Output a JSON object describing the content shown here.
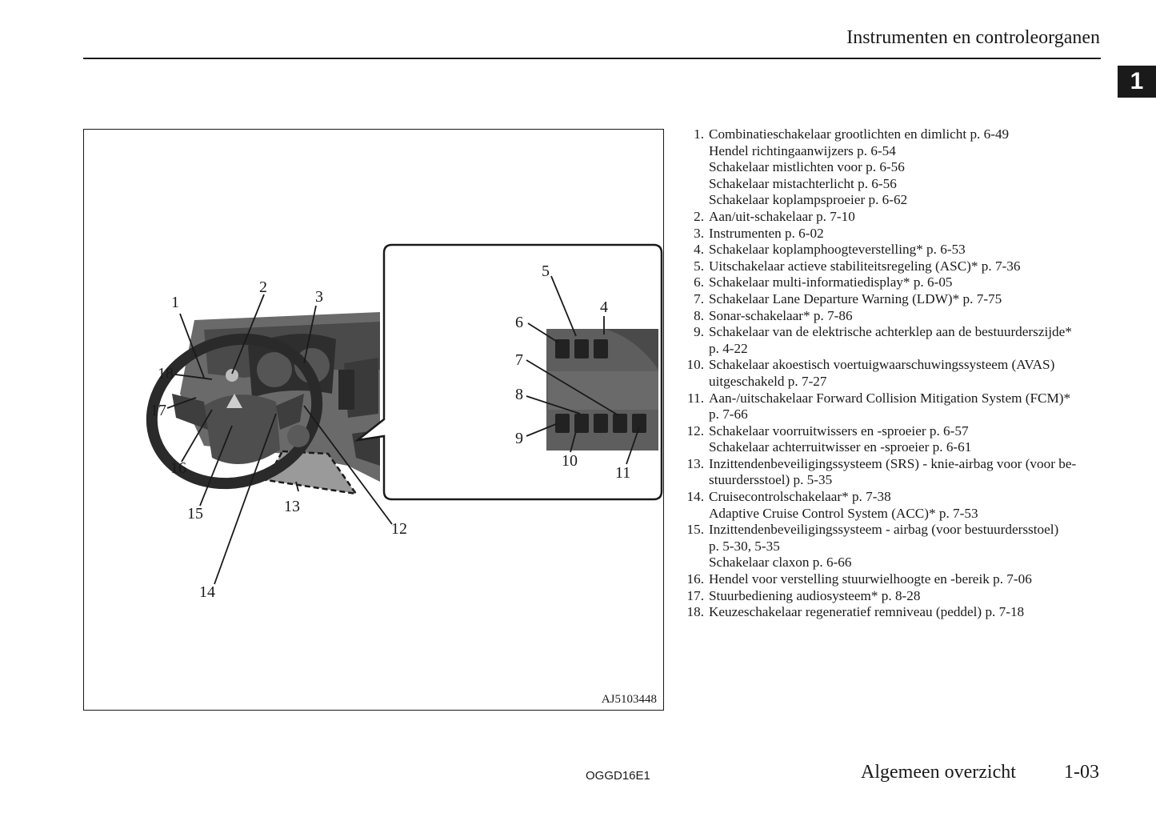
{
  "header": {
    "title": "Instrumenten en controleorganen",
    "chapter_number": "1"
  },
  "figure": {
    "code": "AJ5103448",
    "callouts": {
      "c1": "1",
      "c2": "2",
      "c3": "3",
      "c4": "4",
      "c5": "5",
      "c6": "6",
      "c7": "7",
      "c8": "8",
      "c9": "9",
      "c10": "10",
      "c11": "11",
      "c12": "12",
      "c13": "13",
      "c14": "14",
      "c15": "15",
      "c16": "16",
      "c17": "17",
      "c18": "18"
    }
  },
  "legend": [
    {
      "num": "1.",
      "lines": [
        "Combinatieschakelaar grootlichten en dimlicht p. 6-49",
        "Hendel richtingaanwijzers p. 6-54",
        "Schakelaar mistlichten voor p. 6-56",
        "Schakelaar mistachterlicht p. 6-56",
        "Schakelaar koplampsproeier p. 6-62"
      ]
    },
    {
      "num": "2.",
      "lines": [
        "Aan/uit-schakelaar p. 7-10"
      ]
    },
    {
      "num": "3.",
      "lines": [
        "Instrumenten p. 6-02"
      ]
    },
    {
      "num": "4.",
      "lines": [
        "Schakelaar koplamphoogteverstelling* p. 6-53"
      ]
    },
    {
      "num": "5.",
      "lines": [
        "Uitschakelaar actieve stabiliteitsregeling (ASC)* p. 7-36"
      ]
    },
    {
      "num": "6.",
      "lines": [
        "Schakelaar multi-informatiedisplay* p. 6-05"
      ]
    },
    {
      "num": "7.",
      "lines": [
        "Schakelaar Lane Departure Warning (LDW)* p. 7-75"
      ]
    },
    {
      "num": "8.",
      "lines": [
        "Sonar-schakelaar* p. 7-86"
      ]
    },
    {
      "num": "9.",
      "lines": [
        "Schakelaar van de elektrische achterklep aan de bestuurderszijde*",
        "p. 4-22"
      ]
    },
    {
      "num": "10.",
      "lines": [
        "Schakelaar akoestisch voertuigwaarschuwingssysteem (AVAS)",
        "uitgeschakeld p. 7-27"
      ]
    },
    {
      "num": "11.",
      "lines": [
        "Aan-/uitschakelaar Forward Collision Mitigation System (FCM)*",
        "p. 7-66"
      ]
    },
    {
      "num": "12.",
      "lines": [
        "Schakelaar voorruitwissers en -sproeier p. 6-57",
        "Schakelaar achterruitwisser en -sproeier p. 6-61"
      ]
    },
    {
      "num": "13.",
      "lines": [
        "Inzittendenbeveiligingssysteem (SRS) - knie-airbag voor (voor be-",
        "stuurdersstoel) p. 5-35"
      ]
    },
    {
      "num": "14.",
      "lines": [
        "Cruisecontrolschakelaar* p. 7-38",
        "Adaptive Cruise Control System (ACC)* p. 7-53"
      ]
    },
    {
      "num": "15.",
      "lines": [
        "Inzittendenbeveiligingssysteem - airbag (voor bestuurdersstoel)",
        "p. 5-30, 5-35",
        "Schakelaar claxon p. 6-66"
      ]
    },
    {
      "num": "16.",
      "lines": [
        "Hendel voor verstelling stuurwielhoogte en -bereik p. 7-06"
      ]
    },
    {
      "num": "17.",
      "lines": [
        "Stuurbediening audiosysteem* p. 8-28"
      ]
    },
    {
      "num": "18.",
      "lines": [
        "Keuzeschakelaar regeneratief remniveau (peddel) p. 7-18"
      ]
    }
  ],
  "footer": {
    "code": "OGGD16E1",
    "section": "Algemeen overzicht",
    "page": "1-03"
  }
}
